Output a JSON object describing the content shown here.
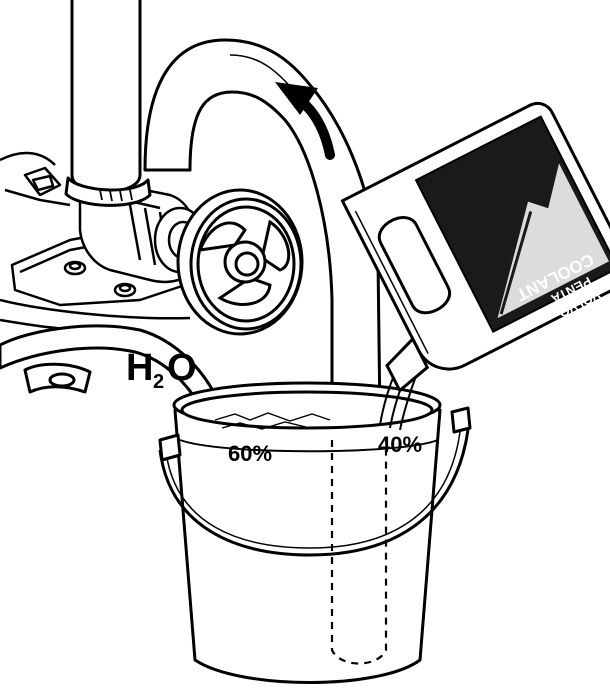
{
  "labels": {
    "water_formula_main": "H",
    "water_formula_sub": "2",
    "water_formula_end": "O",
    "water_percent": "60%",
    "coolant_percent": "40%"
  },
  "bottle": {
    "brand_line1": "VOLVO",
    "brand_line2": "PENTA",
    "brand_line3": "COOLANT"
  },
  "colors": {
    "ink": "#000000",
    "paper": "#ffffff",
    "label_dark": "#1a1a1a"
  }
}
